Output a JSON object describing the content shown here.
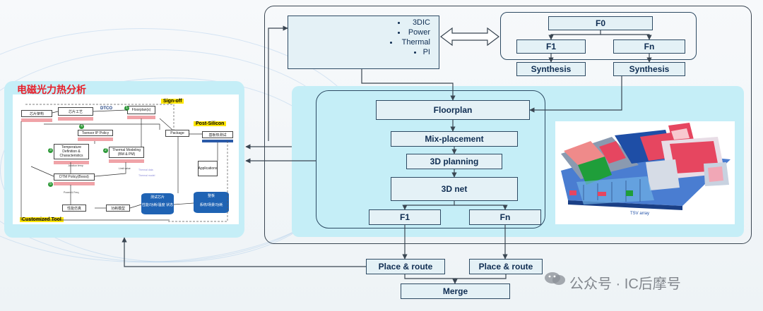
{
  "panel_title": "电磁光力热分析",
  "tags": {
    "sign_off": "Sign-off",
    "post_silicon": "Post-Silicon",
    "customized_tool": "Customized Tool",
    "dtco": "DTCO"
  },
  "mini_blocks": {
    "chip_arch": "芯片架构",
    "chip_process": "芯片工艺",
    "floorplan": "Floorplan(s)",
    "tsensor": "Tsensor IP Policy",
    "temperature": "Temperature Definition & Characteristics",
    "thermal_modeling": "Thermal Modeling (BM & PM)",
    "dtm": "DTM Policy(Boost)",
    "package": "Package",
    "board_test": "基板热测试",
    "applications": "Applications",
    "perf_sim": "性能仿真",
    "power_model": "功耗模型",
    "db1_title": "测试芯片",
    "db1_body": "性能/功耗/温度 状态",
    "db2_title": "整板",
    "db2_body": "系统/场景/功耗"
  },
  "features": [
    "3DIC",
    "Power",
    "Thermal",
    "PI"
  ],
  "flow_top": {
    "f0": "F0",
    "f1": "F1",
    "fn": "Fn",
    "synth1": "Synthesis",
    "synth2": "Synthesis"
  },
  "flow_main": {
    "floorplan": "Floorplan",
    "mix_placement": "Mix-placement",
    "planning_3d": "3D planning",
    "net_3d": "3D net",
    "f1": "F1",
    "fn": "Fn",
    "place_route_1": "Place & route",
    "place_route_2": "Place & route",
    "merge": "Merge"
  },
  "chip_3d_label": "TSV array",
  "watermark": "公众号 · IC后摩号",
  "colors": {
    "node_fill": "#e4f1f6",
    "node_border": "#2d4a63",
    "panel_cyan": "#c5eef7",
    "title_red": "#e8202a",
    "tag_yellow": "#ffe600",
    "chip_red": "#e64660",
    "chip_blue": "#1e4ea6",
    "chip_green": "#1f9e3a"
  }
}
